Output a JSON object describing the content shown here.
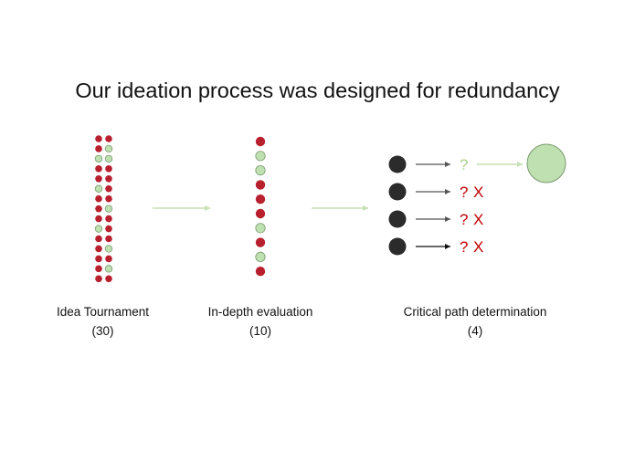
{
  "title": "Our ideation process was designed for redundancy",
  "stages": [
    {
      "name": "Idea Tournament",
      "count": "(30)"
    },
    {
      "name": "In-depth evaluation",
      "count": "(10)"
    },
    {
      "name": "Critical path determination",
      "count": "(4)"
    }
  ],
  "tournament_pattern": [
    [
      "red",
      "red"
    ],
    [
      "red",
      "green"
    ],
    [
      "green",
      "green"
    ],
    [
      "red",
      "red"
    ],
    [
      "red",
      "red"
    ],
    [
      "green",
      "red"
    ],
    [
      "red",
      "red"
    ],
    [
      "red",
      "green"
    ],
    [
      "red",
      "red"
    ],
    [
      "green",
      "red"
    ],
    [
      "red",
      "red"
    ],
    [
      "red",
      "green"
    ],
    [
      "red",
      "red"
    ],
    [
      "red",
      "green"
    ],
    [
      "red",
      "red"
    ]
  ],
  "evaluation_pattern": [
    "red",
    "green",
    "green",
    "red",
    "red",
    "red",
    "green",
    "red",
    "green",
    "red"
  ],
  "critical_paths": [
    {
      "question": "?",
      "mark": "",
      "status": "pass"
    },
    {
      "question": "?",
      "mark": "X",
      "status": "fail"
    },
    {
      "question": "?",
      "mark": "X",
      "status": "fail"
    },
    {
      "question": "?",
      "mark": "X",
      "status": "fail"
    }
  ],
  "colors": {
    "red": "#b8202e",
    "green": "#bfe0b0",
    "green_stroke": "#7a9a70",
    "dark": "#2b2b2b",
    "arrow_green": "#c5e0b4",
    "arrow_dark": "#555555",
    "pass_text": "#a9d18e",
    "fail_text": "#c00000"
  }
}
